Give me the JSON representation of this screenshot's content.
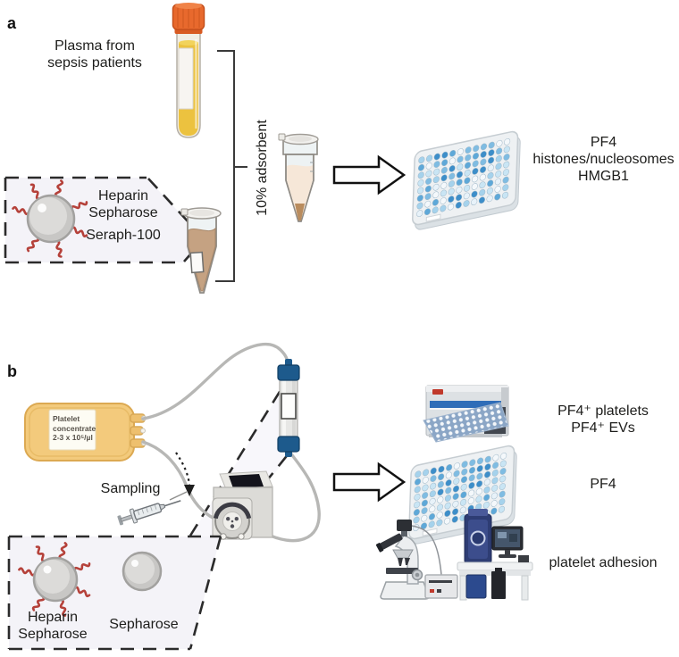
{
  "panel_a": {
    "label": "a",
    "source_caption_line1": "Plasma from",
    "source_caption_line2": "sepsis patients",
    "box_line1": "Heparin",
    "box_line2": "Sepharose",
    "box_line3": "Seraph-100",
    "bracket_label": "10% adsorbent",
    "readout_line1": "PF4",
    "readout_line2": "histones/nucleosomes",
    "readout_line3": "HMGB1"
  },
  "panel_b": {
    "label": "b",
    "bag_line1": "Platelet",
    "bag_line2": "concentrate",
    "bag_line3": "2-3 x 10⁵/µl",
    "sampling_label": "Sampling",
    "box_heparin_line1": "Heparin",
    "box_heparin_line2": "Sepharose",
    "box_plain_label": "Sepharose",
    "readout_flow_line1": "PF4⁺ platelets",
    "readout_flow_line2": "PF4⁺ EVs",
    "readout_elisa": "PF4",
    "readout_adhesion": "platelet adhesion"
  },
  "colors": {
    "cap_orange": "#e8692d",
    "plasma_yellow": "#ecc23f",
    "bag_yellow": "#f3ca7c",
    "adsorbent_tan": "#c5a282",
    "supernatant_cream": "#f6e7d8",
    "column_blue": "#1d5a8c",
    "tubing_gray": "#b7b7b5",
    "heparin_red": "#b5413a",
    "bead_gray": "#d2d1cf",
    "callout_fill": "#f4f3f8",
    "cytometer_stripe_blue": "#2f6db8",
    "well_palette": [
      "#3d8ec9",
      "#5ea8d8",
      "#7fbce2",
      "#a5d2ec",
      "#c9e5f4",
      "#e8f2f9",
      "#f4f8fb"
    ]
  }
}
